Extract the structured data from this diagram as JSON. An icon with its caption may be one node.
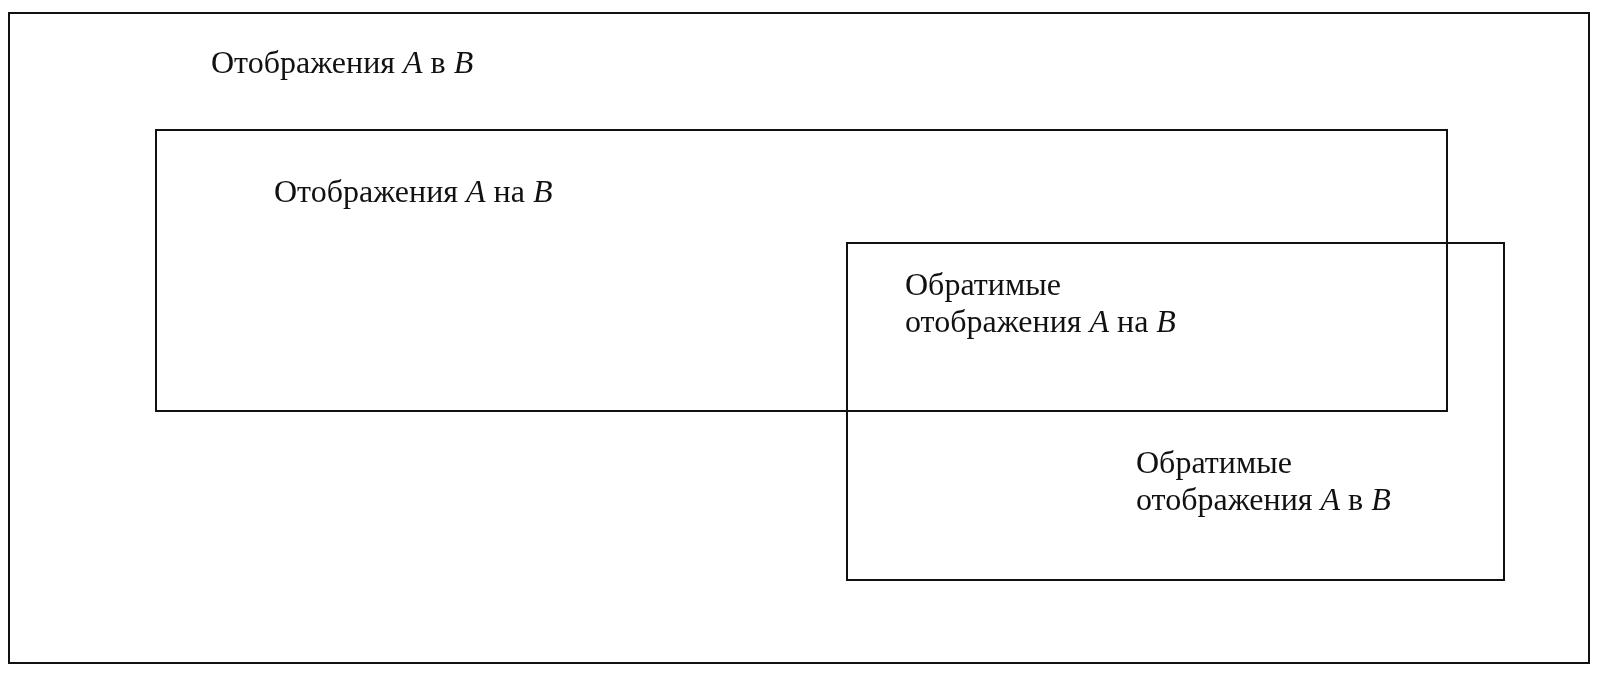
{
  "diagram": {
    "nodes": [
      {
        "text": [
          "Отображения *A* в *B*"
        ]
      },
      {
        "text": [
          "Отображения *A* на *B*"
        ],
        "in": 0
      },
      {
        "text": [
          "Обратимые отображения *A* в *B*"
        ],
        "in": 0
      }
    ],
    "labels": [
      "Обратимые отображения *A* на *B*"
    ]
  }
}
